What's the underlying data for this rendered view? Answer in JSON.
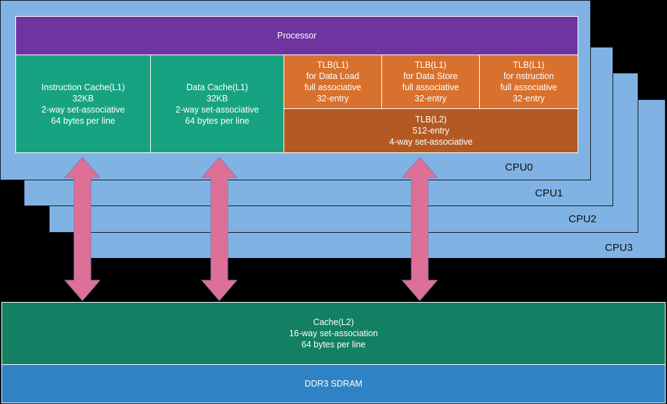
{
  "cpus": [
    "CPU0",
    "CPU1",
    "CPU2",
    "CPU3"
  ],
  "processor": "Processor",
  "l1_caches": [
    [
      "Instruction Cache(L1)",
      "32KB",
      "2-way set-associative",
      "64 bytes per line"
    ],
    [
      "Data Cache(L1)",
      "32KB",
      "2-way set-associative",
      "64 bytes per line"
    ]
  ],
  "tlb_l1": [
    [
      "TLB(L1)",
      "for Data Load",
      "full associative",
      "32-entry"
    ],
    [
      "TLB(L1)",
      "for Data Store",
      "full associative",
      "32-entry"
    ],
    [
      "TLB(L1)",
      "for nstruction",
      "full associative",
      "32-entry"
    ]
  ],
  "tlb_l2": [
    "TLB(L2)",
    "512-entry",
    "4-way set-associative"
  ],
  "cache_l2": [
    "Cache(L2)",
    "16-way set-association",
    "64 bytes per line"
  ],
  "memory": "DDR3 SDRAM",
  "colors": {
    "cpu_panel": "#80b3e4",
    "processor": "#6f34a0",
    "l1_cache": "#17a382",
    "tlb_l1": "#d8712d",
    "tlb_l2": "#b35a22",
    "l2_cache": "#137f63",
    "ddr": "#2f83c4",
    "arrow": "#de7097"
  }
}
